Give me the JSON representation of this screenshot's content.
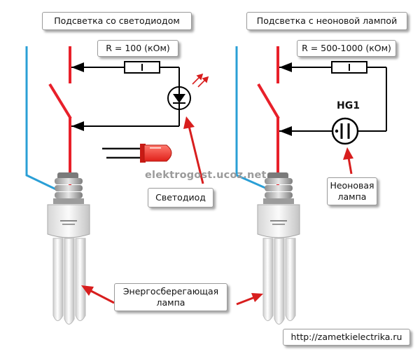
{
  "left_title": "Подсветка со светодиодом",
  "right_title": "Подсветка с неоновой лампой",
  "left_resistor": "R = 100 (кОм)",
  "right_resistor": "R = 500-1000 (кОм)",
  "neon_designator": "HG1",
  "watermark": "elektrogost.ucoz.net",
  "led_label": "Светодиод",
  "neon_label_line1": "Неоновая",
  "neon_label_line2": "лампа",
  "lamp_label_line1": "Энергосберегающая",
  "lamp_label_line2": "лампа",
  "source_url": "http://zametkielectrika.ru",
  "colors": {
    "phase_wire": "#e8202a",
    "neutral_wire": "#2a9fd6",
    "circuit": "#000000",
    "pointer_arrow": "#d81e1e"
  }
}
